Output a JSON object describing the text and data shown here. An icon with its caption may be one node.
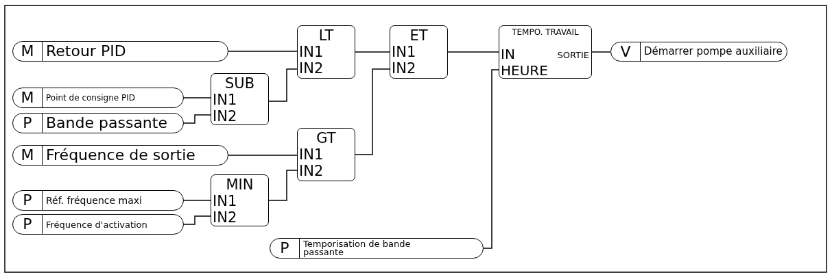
{
  "diagram": {
    "nodes": [
      {
        "text": [
          "M",
          "Retour PID"
        ]
      },
      {
        "text": [
          "LT",
          "IN1",
          "IN2"
        ]
      },
      {
        "text": [
          "ET",
          "IN1",
          "IN2"
        ]
      },
      {
        "text": [
          "TEMPO. TRAVAIL",
          "IN",
          "SORTIE",
          "HEURE"
        ]
      },
      {
        "text": [
          "V",
          "Démarrer pompe auxiliaire"
        ]
      },
      {
        "text": [
          "SUB",
          "IN1",
          "IN2"
        ]
      },
      {
        "text": [
          "M",
          "Point de consigne PID"
        ]
      },
      {
        "text": [
          "P",
          "Bande passante"
        ]
      },
      {
        "text": [
          "GT",
          "IN1",
          "IN2"
        ]
      },
      {
        "text": [
          "M",
          "Fréquence de sortie"
        ]
      },
      {
        "text": [
          "MIN",
          "IN1",
          "IN2"
        ]
      },
      {
        "text": [
          "P",
          "Réf. fréquence maxi"
        ]
      },
      {
        "text": [
          "P",
          "Fréquence d'activation"
        ]
      },
      {
        "text": [
          "P",
          "Temporisation de bande passante"
        ]
      }
    ],
    "edges": [
      {
        "from": 0,
        "to": 1,
        "arrow": "none"
      },
      {
        "from": 5,
        "to": 1,
        "arrow": "none"
      },
      {
        "from": 6,
        "to": 5,
        "arrow": "none"
      },
      {
        "from": 7,
        "to": 5,
        "arrow": "none"
      },
      {
        "from": 1,
        "to": 2,
        "arrow": "none"
      },
      {
        "from": 8,
        "to": 2,
        "arrow": "none"
      },
      {
        "from": 9,
        "to": 8,
        "arrow": "none"
      },
      {
        "from": 10,
        "to": 8,
        "arrow": "none"
      },
      {
        "from": 11,
        "to": 10,
        "arrow": "none"
      },
      {
        "from": 12,
        "to": 10,
        "arrow": "none"
      },
      {
        "from": 2,
        "to": 3,
        "arrow": "none"
      },
      {
        "from": 13,
        "to": 3,
        "arrow": "none"
      },
      {
        "from": 3,
        "to": 4,
        "arrow": "none"
      }
    ]
  }
}
